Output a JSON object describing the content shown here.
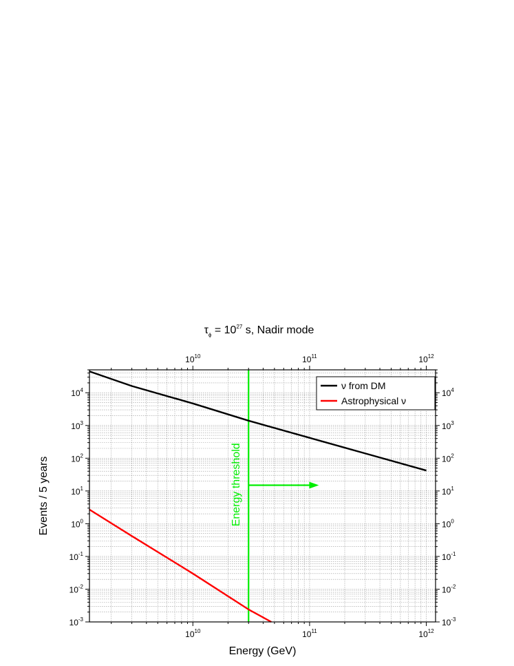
{
  "chart_data": {
    "type": "line",
    "title": "τϕ = 10²⁷ s, Nadir mode",
    "title_parts": {
      "tau": "τ",
      "sub": "ϕ",
      "mid": " = 10",
      "exp": "27",
      "tail": " s, Nadir mode"
    },
    "xlabel": "Energy (GeV)",
    "ylabel": "Events / 5 years",
    "x_scale": "log",
    "y_scale": "log",
    "xlim": [
      1300000000.0,
      1200000000000.0
    ],
    "ylim": [
      0.001,
      50000
    ],
    "grid": true,
    "legend_position": "top-right",
    "x_ticks": [
      {
        "value": 10000000000.0,
        "base": "10",
        "exp": "10"
      },
      {
        "value": 100000000000.0,
        "base": "10",
        "exp": "11"
      },
      {
        "value": 1000000000000.0,
        "base": "10",
        "exp": "12"
      }
    ],
    "y_ticks": [
      {
        "value": 0.001,
        "base": "10",
        "exp": "-3"
      },
      {
        "value": 0.01,
        "base": "10",
        "exp": "-2"
      },
      {
        "value": 0.1,
        "base": "10",
        "exp": "-1"
      },
      {
        "value": 1,
        "base": "10",
        "exp": "0"
      },
      {
        "value": 10,
        "base": "10",
        "exp": "1"
      },
      {
        "value": 100,
        "base": "10",
        "exp": "2"
      },
      {
        "value": 1000,
        "base": "10",
        "exp": "3"
      },
      {
        "value": 10000,
        "base": "10",
        "exp": "4"
      }
    ],
    "series": [
      {
        "name": "ν from DM",
        "color": "#000000",
        "x": [
          1300000000.0,
          3000000000.0,
          10000000000.0,
          30000000000.0,
          100000000000.0,
          300000000000.0,
          1000000000000.0
        ],
        "y": [
          45000,
          16000,
          4700,
          1400,
          420,
          140,
          42
        ]
      },
      {
        "name": "Astrophysical ν",
        "color": "#ff0000",
        "x": [
          1300000000.0,
          3000000000.0,
          10000000000.0,
          30000000000.0,
          47000000000.0
        ],
        "y": [
          2.7,
          0.42,
          0.03,
          0.0024,
          0.001
        ]
      }
    ],
    "annotations": [
      {
        "text": "Energy threshold",
        "color": "#00ee00",
        "x": 30000000000.0,
        "arrow_y": 15,
        "arrow_to_x": 120000000000.0
      }
    ]
  }
}
